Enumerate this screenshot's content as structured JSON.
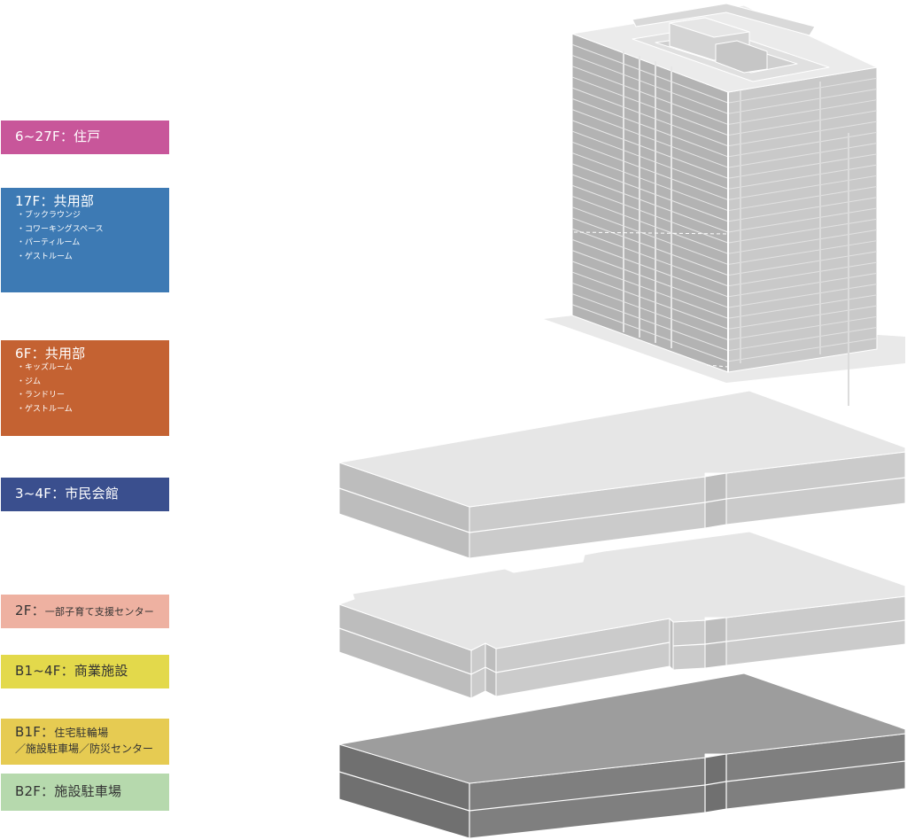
{
  "legend": [
    {
      "key": "residential",
      "title": "6~27F：住戸",
      "sub_title": "",
      "sub_line": "",
      "items": [],
      "color": "#c8569a",
      "text_color": "#ffffff"
    },
    {
      "key": "common-17f",
      "title": "17F：共用部",
      "sub_title": "",
      "sub_line": "",
      "items": [
        "ブックラウンジ",
        "コワーキングスペース",
        "パーティルーム",
        "ゲストルーム"
      ],
      "color": "#3d7ab4",
      "text_color": "#ffffff"
    },
    {
      "key": "common-6f",
      "title": "6F：共用部",
      "sub_title": "",
      "sub_line": "",
      "items": [
        "キッズルーム",
        "ジム",
        "ランドリー",
        "ゲストルーム"
      ],
      "color": "#c46232",
      "text_color": "#ffffff"
    },
    {
      "key": "civic-hall",
      "title": "3~4F：市民会館",
      "sub_title": "",
      "sub_line": "",
      "items": [],
      "color": "#3a4f8e",
      "text_color": "#ffffff"
    },
    {
      "key": "childcare",
      "title": "2F：",
      "sub_title": "一部子育て支援センター",
      "sub_line": "",
      "items": [],
      "color": "#eeb1a1",
      "text_color": "#333333"
    },
    {
      "key": "commercial",
      "title": "B1~4F：商業施設",
      "sub_title": "",
      "sub_line": "",
      "items": [],
      "color": "#e3d94b",
      "text_color": "#333333"
    },
    {
      "key": "b1-parking",
      "title": "B1F：",
      "sub_title": "住宅駐輪場",
      "sub_line": "／施設駐車場／防災センター",
      "items": [],
      "color": "#e6cb52",
      "text_color": "#333333"
    },
    {
      "key": "b2-parking",
      "title": "B2F：施設駐車場",
      "sub_title": "",
      "sub_line": "",
      "items": [],
      "color": "#b6d9ad",
      "text_color": "#333333"
    }
  ],
  "colors": {
    "tower_light": "#ebebeb",
    "tower_mid": "#c9c9c9",
    "tower_dark": "#b3b3b3",
    "podium_top": "#e6e6e6",
    "podium_front": "#cbcbcb",
    "podium_side": "#bdbdbd",
    "base_top": "#9d9d9d",
    "base_front": "#7f7f7f",
    "base_side": "#707070"
  }
}
